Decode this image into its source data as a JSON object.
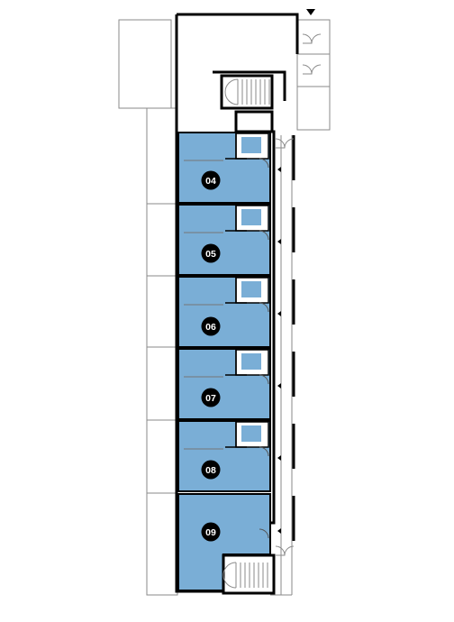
{
  "colors": {
    "unit_fill": "#7aaed6",
    "wall": "#000000",
    "thin_line": "#8a8a8a",
    "badge": "#000000",
    "badge_text": "#ffffff"
  },
  "units": [
    {
      "id": "unit-04",
      "label": "04"
    },
    {
      "id": "unit-05",
      "label": "05"
    },
    {
      "id": "unit-06",
      "label": "06"
    },
    {
      "id": "unit-07",
      "label": "07"
    },
    {
      "id": "unit-08",
      "label": "08"
    },
    {
      "id": "unit-09",
      "label": "09"
    }
  ],
  "icons": {
    "north_marker": "triangle-down-icon",
    "entrance_marker": "small-arrow-icon"
  }
}
